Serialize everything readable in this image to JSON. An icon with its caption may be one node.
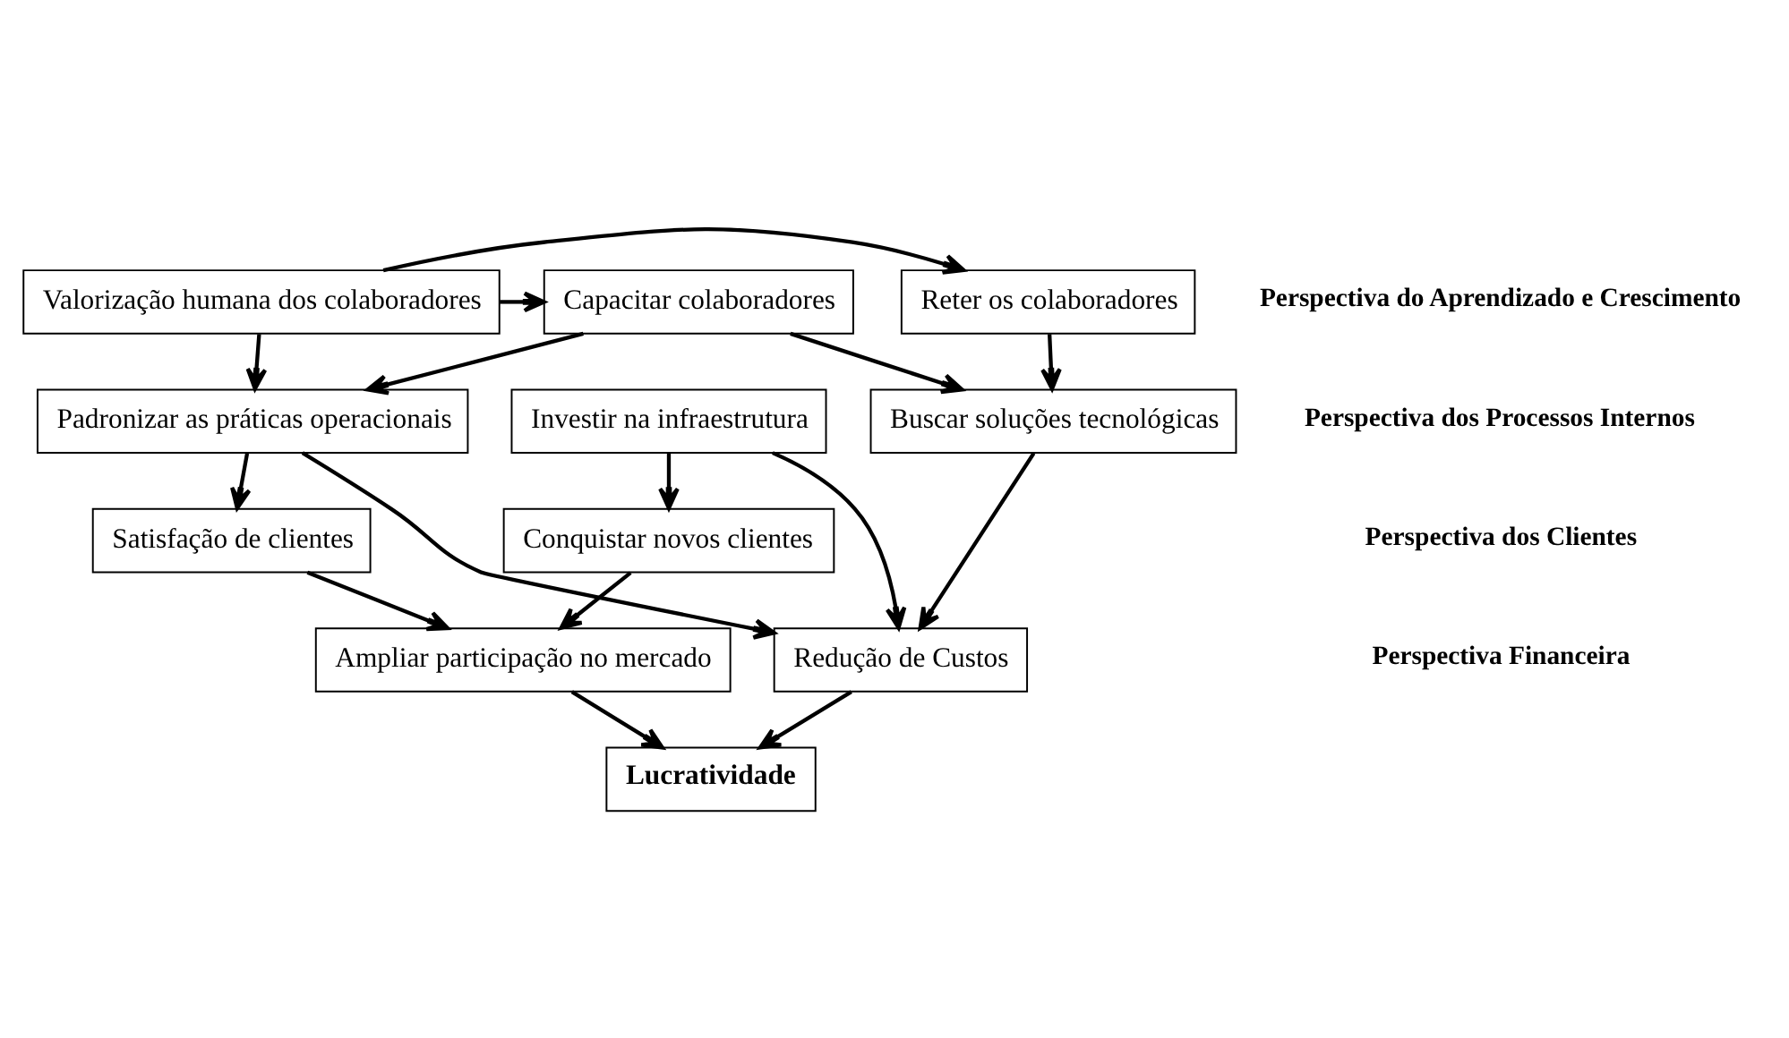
{
  "diagram": {
    "nodes": [
      {
        "text": [
          "Lucratividade"
        ]
      },
      {
        "text": [
          "Ampliar participação no mercado"
        ]
      },
      {
        "text": [
          "Redução de Custos"
        ]
      },
      {
        "text": [
          "Satisfação de clientes"
        ]
      },
      {
        "text": [
          "Conquistar novos clientes"
        ]
      },
      {
        "text": [
          "Padronizar as práticas operacionais"
        ]
      },
      {
        "text": [
          "Investir na infraestrutura"
        ]
      },
      {
        "text": [
          "Buscar soluções tecnológicas"
        ]
      },
      {
        "text": [
          "Capacitar colaboradores"
        ]
      },
      {
        "text": [
          "Valorização humana dos colaboradores"
        ]
      },
      {
        "text": [
          "Reter os colaboradores"
        ]
      }
    ],
    "edges": [
      {
        "from": 1,
        "to": 0,
        "arrow": "to"
      },
      {
        "from": 2,
        "to": 0,
        "arrow": "to"
      },
      {
        "from": 3,
        "to": 1,
        "arrow": "to"
      },
      {
        "from": 4,
        "to": 1,
        "arrow": "to"
      },
      {
        "from": 5,
        "to": 2,
        "arrow": "to"
      },
      {
        "from": 6,
        "to": 2,
        "arrow": "to"
      },
      {
        "from": 7,
        "to": 2,
        "arrow": "to"
      },
      {
        "from": 5,
        "to": 3,
        "arrow": "to"
      },
      {
        "from": 6,
        "to": 4,
        "arrow": "to"
      },
      {
        "from": 8,
        "to": 5,
        "arrow": "to"
      },
      {
        "from": 8,
        "to": 7,
        "arrow": "to"
      },
      {
        "from": 9,
        "to": 5,
        "arrow": "to"
      },
      {
        "from": 9,
        "to": 8,
        "arrow": "to"
      },
      {
        "from": 9,
        "to": 10,
        "arrow": "to"
      },
      {
        "from": 10,
        "to": 7,
        "arrow": "to"
      }
    ],
    "labels": [
      "Perspectiva Financeira",
      "Perspectiva dos Clientes",
      "Perspectiva dos Processos Internos",
      "Perspectiva do Aprendizado e Crescimento"
    ]
  }
}
